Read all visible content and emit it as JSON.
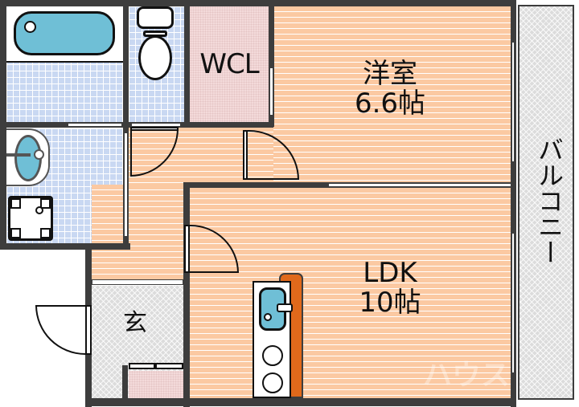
{
  "floorplan": {
    "rooms": {
      "western_room": {
        "name": "洋室",
        "size": "6.6帖"
      },
      "ldk": {
        "name": "LDK",
        "size": "10帖"
      },
      "wcl": {
        "name": "WCL"
      },
      "entrance": {
        "name": "玄"
      },
      "balcony": {
        "name": "バルコニー"
      }
    },
    "watermark": "ハウス",
    "colors": {
      "wall": "#3d3d3d",
      "floor": "#fbc9a2",
      "tile": "#c9d8f2",
      "fixture_blue": "#6fbfd6",
      "counter_orange": "#e0691b",
      "balcony": "#dcdcdc",
      "closet": "#f3dada"
    }
  }
}
